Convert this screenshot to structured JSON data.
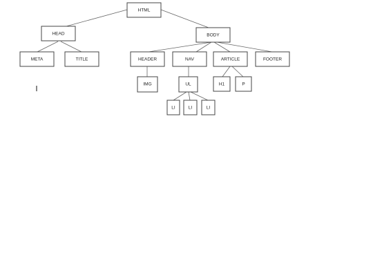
{
  "diagram": {
    "nodes": {
      "html": "HTML",
      "head": "HEAD",
      "body": "BODY",
      "meta": "META",
      "title": "TITLE",
      "header": "HEADER",
      "nav": "NAV",
      "article": "ARTICLE",
      "footer": "FOOTER",
      "img": "IMG",
      "ul": "UL",
      "h1": "H1",
      "p": "P",
      "li1": "LI",
      "li2": "LI",
      "li3": "LI"
    }
  }
}
